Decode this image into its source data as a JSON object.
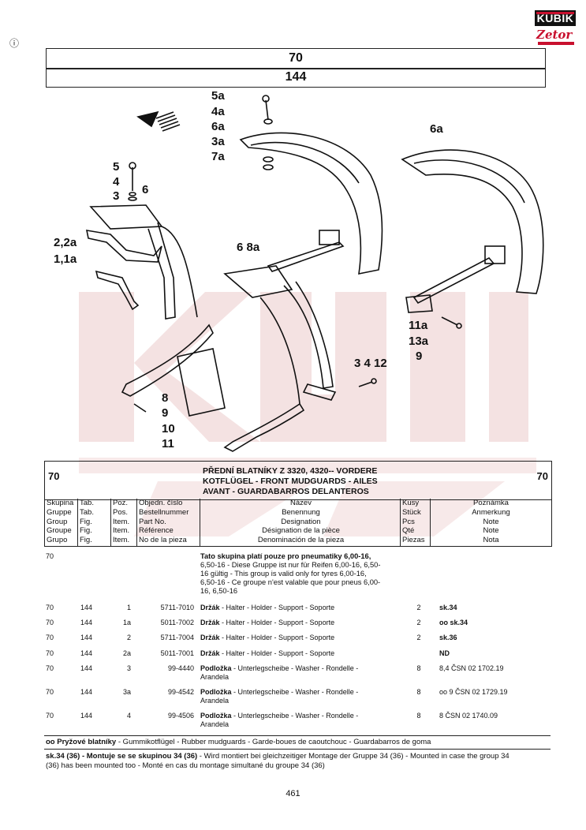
{
  "brand": {
    "top": "KUBÍK",
    "bottom": "Zetor"
  },
  "corner_mark": "ⓘ",
  "header": {
    "group": "70",
    "table": "144"
  },
  "callouts": [
    "5a",
    "4a",
    "6a",
    "3a",
    "7a",
    "6a",
    "5",
    "4",
    "3",
    "6",
    "2,2a",
    "1,1a",
    "6 8a",
    "11a",
    "13a",
    "9",
    "3 4 12",
    "8",
    "9",
    "10",
    "11"
  ],
  "table": {
    "group_left": "70",
    "group_right": "70",
    "title_lines": [
      "PŘEDNÍ BLATNÍKY Z 3320, 4320-- VORDERE",
      "KOTFLÜGEL - FRONT MUDGUARDS - AILES",
      "AVANT - GUARDABARROS DELANTEROS"
    ],
    "columns": {
      "group": [
        "Skupina",
        "Gruppe",
        "Group",
        "Groupe",
        "Grupo"
      ],
      "tab": [
        "Tab.",
        "Tab.",
        "Fig.",
        "Fig.",
        "Fig."
      ],
      "pos": [
        "Poz.",
        "Pos.",
        "Item.",
        "Item.",
        "Item."
      ],
      "order": [
        "Objedn. číslo",
        "Bestellnummer",
        "Part No.",
        "Référence",
        "No de la pieza"
      ],
      "name": [
        "Název",
        "Benennung",
        "Designation",
        "Désignation de la pièce",
        "Denominación de la pieza"
      ],
      "qty": [
        "Kusy",
        "Stück",
        "Pcs",
        "Qté",
        "Piezas"
      ],
      "note": [
        "Poznámka",
        "Anmerkung",
        "Note",
        "Note",
        "Nota"
      ]
    },
    "intro": {
      "group": "70",
      "lines": [
        "Tato skupina platí pouze pro pneumatiky 6,00-16,",
        "6,50-16 - Diese Gruppe ist nur für Reifen 6,00-16, 6,50-",
        "16 gültig - This group is valid only for tyres 6,00-16,",
        "6,50-16 - Ce groupe n'est valable que pour pneus 6,00-",
        "16, 6,50-16"
      ]
    },
    "rows": [
      {
        "group": "70",
        "tab": "144",
        "pos": "1",
        "order": "5711-7010",
        "name_bold": "Držák",
        "name_rest": " - Halter - Holder - Support - Soporte",
        "name_line2": "",
        "qty": "2",
        "note": "sk.34"
      },
      {
        "group": "70",
        "tab": "144",
        "pos": "1a",
        "order": "5011-7002",
        "name_bold": "Držák",
        "name_rest": " - Halter - Holder - Support - Soporte",
        "name_line2": "",
        "qty": "2",
        "note": "oo sk.34"
      },
      {
        "group": "70",
        "tab": "144",
        "pos": "2",
        "order": "5711-7004",
        "name_bold": "Držák",
        "name_rest": " - Halter - Holder - Support - Soporte",
        "name_line2": "",
        "qty": "2",
        "note": "sk.36"
      },
      {
        "group": "70",
        "tab": "144",
        "pos": "2a",
        "order": "5011-7001",
        "name_bold": "Držák",
        "name_rest": " - Halter - Holder - Support - Soporte",
        "name_line2": "",
        "qty": "",
        "note": "ND"
      },
      {
        "group": "70",
        "tab": "144",
        "pos": "3",
        "order": "99-4440",
        "name_bold": "Podložka",
        "name_rest": " - Unterlegscheibe - Washer - Rondelle -",
        "name_line2": "Arandela",
        "qty": "8",
        "note": "8,4 ČSN 02 1702.19"
      },
      {
        "group": "70",
        "tab": "144",
        "pos": "3a",
        "order": "99-4542",
        "name_bold": "Podložka",
        "name_rest": " - Unterlegscheibe - Washer - Rondelle -",
        "name_line2": "Arandela",
        "qty": "8",
        "note": "oo 9 ČSN 02 1729.19"
      },
      {
        "group": "70",
        "tab": "144",
        "pos": "4",
        "order": "99-4506",
        "name_bold": "Podložka",
        "name_rest": " - Unterlegscheibe - Washer - Rondelle -",
        "name_line2": "Arandela",
        "qty": "8",
        "note": "8 ČSN 02 1740.09"
      }
    ]
  },
  "footnotes": {
    "oo_bold": "oo  Pryžové blatníky",
    "oo_rest": " - Gummikotflügel - Rubber mudguards - Garde-boues de caoutchouc - Guardabarros de goma",
    "sk_bold": "sk.34 (36) - Montuje se se skupinou 34 (36)",
    "sk_rest": " - Wird montiert bei gleichzeitiger Montage der Gruppe 34 (36) - Mounted in case the group 34",
    "sk_line2": "(36) has been mounted too - Monté en cas du montage simultané du groupe 34 (36)"
  },
  "page_number": "461",
  "colors": {
    "brand_red": "#c8102e",
    "ink": "#111111",
    "watermark": "#f2dede"
  }
}
